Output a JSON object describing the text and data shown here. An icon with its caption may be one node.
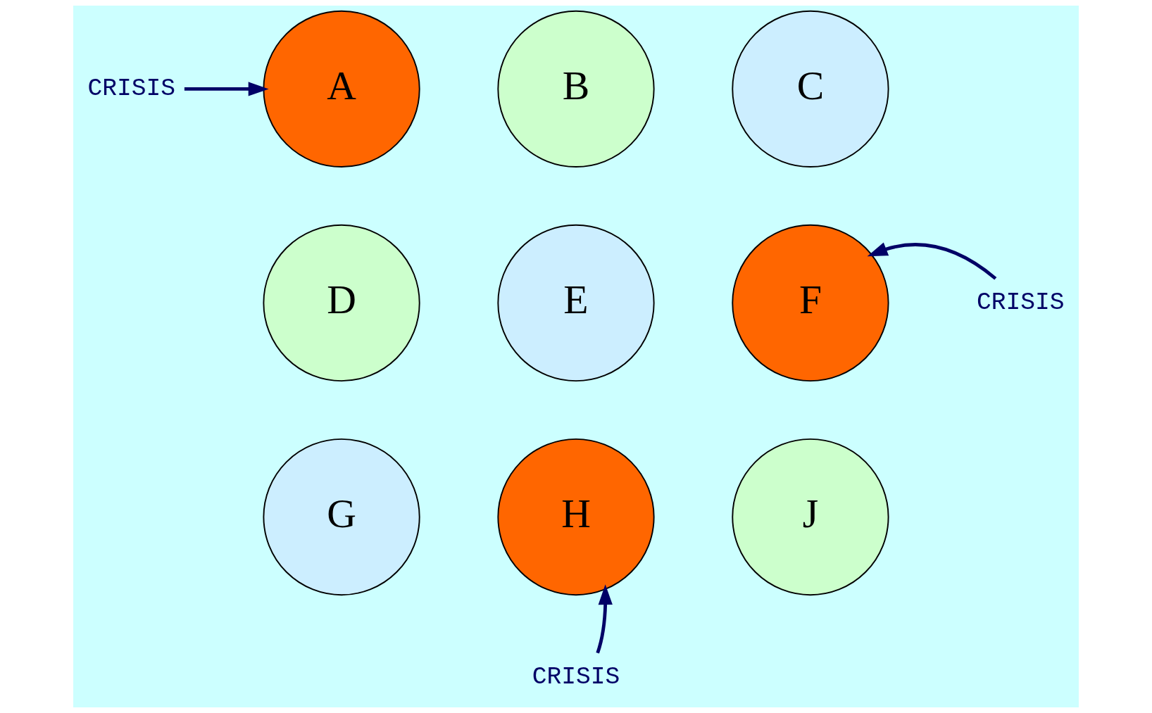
{
  "diagram": {
    "nodes": [
      {
        "text": [
          "A"
        ]
      },
      {
        "text": [
          "B"
        ]
      },
      {
        "text": [
          "C"
        ]
      },
      {
        "text": [
          "D"
        ]
      },
      {
        "text": [
          "E"
        ]
      },
      {
        "text": [
          "F"
        ]
      },
      {
        "text": [
          "G"
        ]
      },
      {
        "text": [
          "H"
        ]
      },
      {
        "text": [
          "J"
        ]
      },
      {
        "text": [
          "CRISIS"
        ]
      },
      {
        "text": [
          "CRISIS"
        ]
      },
      {
        "text": [
          "CRISIS"
        ]
      }
    ],
    "edges": [
      {
        "from": 9,
        "to": 0,
        "arrow": "to"
      },
      {
        "from": 10,
        "to": 5,
        "arrow": "to"
      },
      {
        "from": 11,
        "to": 7,
        "arrow": "to"
      }
    ]
  }
}
